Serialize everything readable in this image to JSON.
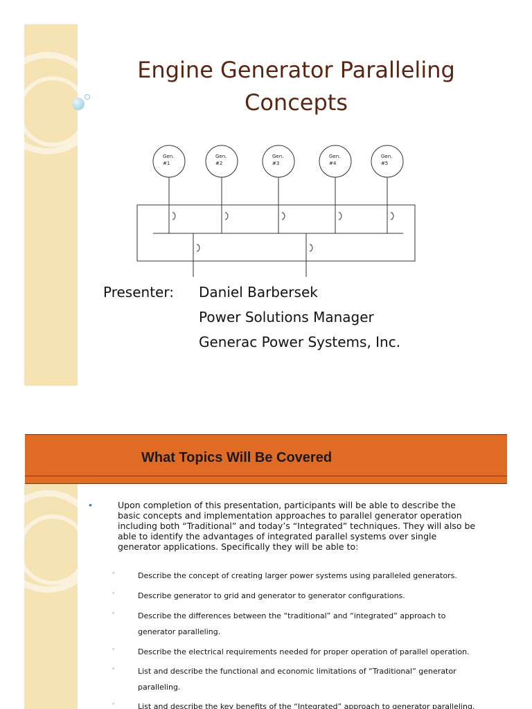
{
  "slide1": {
    "title": "Engine Generator Paralleling Concepts",
    "generators": [
      "Gen. #1",
      "Gen. #2",
      "Gen. #3",
      "Gen. #4",
      "Gen. #5"
    ],
    "presenter_label": "Presenter:",
    "presenter_lines": [
      "Daniel Barbersek",
      "Power Solutions Manager",
      "Generac Power Systems, Inc."
    ]
  },
  "slide2": {
    "header": "What Topics Will Be Covered",
    "intro": "Upon completion of this presentation, participants will be able to describe the basic concepts and implementation approaches to parallel generator operation including both “Traditional” and today’s “Integrated” techniques. They will also be able to identify the advantages of integrated parallel systems over single generator applications. Specifically they will be able to:",
    "bullets": [
      "Describe the concept of creating larger power systems using paralleled generators.",
      "Describe generator to grid and generator to generator configurations.",
      "Describe the differences between the “traditional” and “integrated” approach to generator paralleling.",
      "Describe the electrical requirements needed for proper operation of parallel operation.",
      "List and describe the functional and economic limitations of “Traditional” generator paralleling.",
      "List and describe the key benefits of the “Integrated” approach to generator paralleling."
    ]
  },
  "colors": {
    "title": "#5a2512",
    "header_bar": "#e06b24",
    "decor_band": "#f6e3b4",
    "bullet_accent": "#2a8cae"
  }
}
